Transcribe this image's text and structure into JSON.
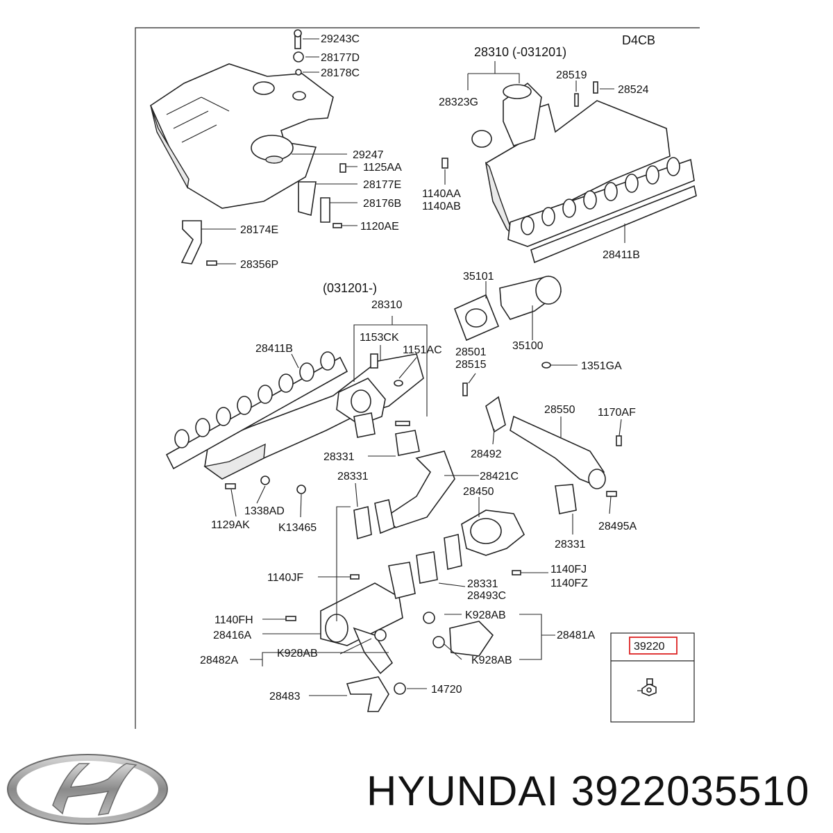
{
  "diagram": {
    "engine_code": "D4CB",
    "group_note_top": "28310 (-031201)",
    "group_note_mid": "(031201-)",
    "highlighted_part": "39220",
    "callouts": [
      {
        "id": "c-29243c",
        "text": "29243C"
      },
      {
        "id": "c-28177d",
        "text": "28177D"
      },
      {
        "id": "c-28178c",
        "text": "28178C"
      },
      {
        "id": "c-28519",
        "text": "28519"
      },
      {
        "id": "c-28524",
        "text": "28524"
      },
      {
        "id": "c-28323g",
        "text": "28323G"
      },
      {
        "id": "c-29247",
        "text": "29247"
      },
      {
        "id": "c-1125aa",
        "text": "1125AA"
      },
      {
        "id": "c-28177e",
        "text": "28177E"
      },
      {
        "id": "c-1140aa",
        "text": "1140AA"
      },
      {
        "id": "c-1140ab",
        "text": "1140AB"
      },
      {
        "id": "c-28176b",
        "text": "28176B"
      },
      {
        "id": "c-28174e",
        "text": "28174E"
      },
      {
        "id": "c-1120ae",
        "text": "1120AE"
      },
      {
        "id": "c-28356p",
        "text": "28356P"
      },
      {
        "id": "c-28411b-top",
        "text": "28411B"
      },
      {
        "id": "c-35101",
        "text": "35101"
      },
      {
        "id": "c-28310-mid",
        "text": "28310"
      },
      {
        "id": "c-1153ck",
        "text": "1153CK"
      },
      {
        "id": "c-1151ac",
        "text": "1151AC"
      },
      {
        "id": "c-28411b-mid",
        "text": "28411B"
      },
      {
        "id": "c-35100",
        "text": "35100"
      },
      {
        "id": "c-28501",
        "text": "28501"
      },
      {
        "id": "c-28515",
        "text": "28515"
      },
      {
        "id": "c-1351ga",
        "text": "1351GA"
      },
      {
        "id": "c-28550",
        "text": "28550"
      },
      {
        "id": "c-1170af",
        "text": "1170AF"
      },
      {
        "id": "c-28331-a",
        "text": "28331"
      },
      {
        "id": "c-28492",
        "text": "28492"
      },
      {
        "id": "c-28331-b",
        "text": "28331"
      },
      {
        "id": "c-28421c",
        "text": "28421C"
      },
      {
        "id": "c-28450",
        "text": "28450"
      },
      {
        "id": "c-1338ad",
        "text": "1338AD"
      },
      {
        "id": "c-1129ak",
        "text": "1129AK"
      },
      {
        "id": "c-k13465",
        "text": "K13465"
      },
      {
        "id": "c-28495a",
        "text": "28495A"
      },
      {
        "id": "c-28331-c",
        "text": "28331"
      },
      {
        "id": "c-1140jf",
        "text": "1140JF"
      },
      {
        "id": "c-1140fj",
        "text": "1140FJ"
      },
      {
        "id": "c-1140fz",
        "text": "1140FZ"
      },
      {
        "id": "c-28331-d",
        "text": "28331"
      },
      {
        "id": "c-28493c",
        "text": "28493C"
      },
      {
        "id": "c-1140fh",
        "text": "1140FH"
      },
      {
        "id": "c-k928ab-a",
        "text": "K928AB"
      },
      {
        "id": "c-28416a",
        "text": "28416A"
      },
      {
        "id": "c-28481a",
        "text": "28481A"
      },
      {
        "id": "c-k928ab-b",
        "text": "K928AB"
      },
      {
        "id": "c-28482a",
        "text": "28482A"
      },
      {
        "id": "c-k928ab-c",
        "text": "K928AB"
      },
      {
        "id": "c-28483",
        "text": "28483"
      },
      {
        "id": "c-14720",
        "text": "14720"
      }
    ]
  },
  "footer": {
    "brand": "HYUNDAI",
    "part_number": "3922035510",
    "logo_icon": "hyundai-logo-icon"
  }
}
